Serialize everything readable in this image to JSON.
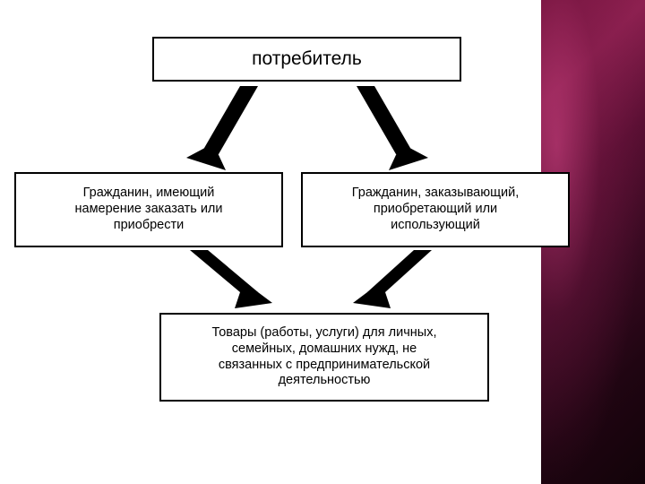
{
  "slide": {
    "background_color": "#ffffff",
    "band_color": "#7b1540"
  },
  "diagram": {
    "type": "flowchart",
    "nodes": [
      {
        "id": "top",
        "label": "потребитель"
      },
      {
        "id": "left",
        "label": "Гражданин, имеющий\nнамерение заказать или\nприобрести"
      },
      {
        "id": "right",
        "label": "Гражданин, заказывающий,\nприобретающий или\nиспользующий"
      },
      {
        "id": "bottom",
        "label": "Товары (работы, услуги) для личных,\nсемейных, домашних нужд, не\nсвязанных с предпринимательской\nдеятельностью"
      }
    ],
    "edges": [
      {
        "from": "top",
        "to": "left"
      },
      {
        "from": "top",
        "to": "right"
      },
      {
        "from": "left",
        "to": "bottom"
      },
      {
        "from": "right",
        "to": "bottom"
      }
    ],
    "arrow_color": "#000000"
  }
}
